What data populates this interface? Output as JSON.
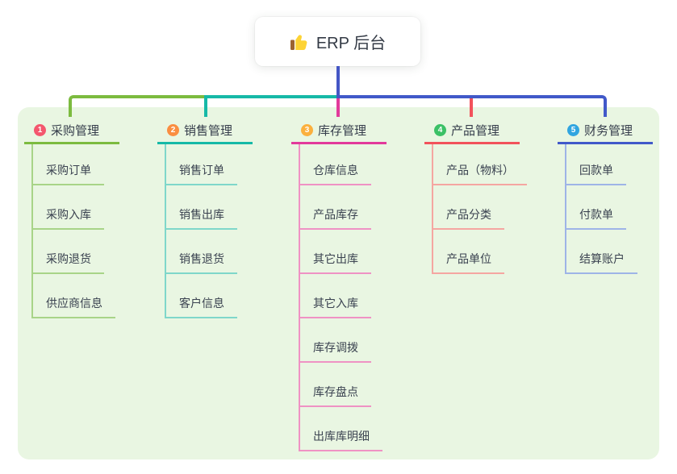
{
  "root": {
    "label": "ERP 后台",
    "icon": "thumbs-up-icon"
  },
  "branches": [
    {
      "badge": "1",
      "label": "采购管理",
      "badge_color": "#f4576e",
      "line_color": "#7cbb3f",
      "child_line_color": "#a8d488",
      "children": [
        "采购订单",
        "采购入库",
        "采购退货",
        "供应商信息"
      ]
    },
    {
      "badge": "2",
      "label": "销售管理",
      "badge_color": "#fa8e41",
      "line_color": "#16b9a7",
      "child_line_color": "#7fd7ca",
      "children": [
        "销售订单",
        "销售出库",
        "销售退货",
        "客户信息"
      ]
    },
    {
      "badge": "3",
      "label": "库存管理",
      "badge_color": "#fbb03e",
      "line_color": "#e23a9b",
      "child_line_color": "#ef92c4",
      "children": [
        "仓库信息",
        "产品库存",
        "其它出库",
        "其它入库",
        "库存调拨",
        "库存盘点",
        "出库库明细"
      ]
    },
    {
      "badge": "4",
      "label": "产品管理",
      "badge_color": "#3bc166",
      "line_color": "#f2525b",
      "child_line_color": "#f5a6a1",
      "children": [
        "产品（物料）",
        "产品分类",
        "产品单位"
      ]
    },
    {
      "badge": "5",
      "label": "财务管理",
      "badge_color": "#31a5e0",
      "line_color": "#4159c9",
      "child_line_color": "#9eb4e7",
      "children": [
        "回款单",
        "付款单",
        "结算账户"
      ]
    }
  ],
  "colors": {
    "canvas_bg": "#ffffff",
    "panel_bg": "#e9f6e2",
    "root_connector": "#4456c5",
    "text": "#353d4b"
  }
}
